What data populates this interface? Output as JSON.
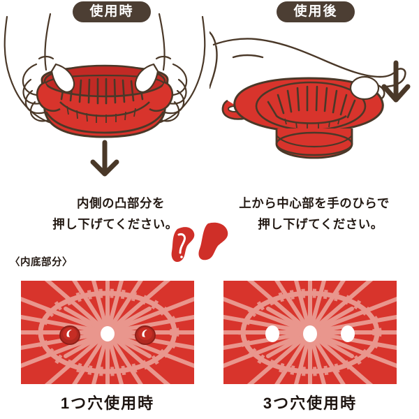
{
  "meta": {
    "doc_type": "product-instruction-diagram",
    "language": "ja",
    "product": "collapsible silicone strainer"
  },
  "colors": {
    "badge_bg": "#4c3e33",
    "badge_text": "#ffffff",
    "text": "#241a14",
    "silicone_red": "#d8342c",
    "silicone_rib": "#e9968d",
    "outline_brown": "#4a3828",
    "hole_white": "#ffffff",
    "background": "#ffffff"
  },
  "steps": [
    {
      "badge": "使用時",
      "instruction_lines": [
        "内側の凸部分を",
        "押し下げてください。"
      ],
      "arrow": "down-arrow-icon",
      "illustration": "two-hands-holding-open-strainer"
    },
    {
      "badge": "使用後",
      "instruction_lines": [
        "上から中心部を手のひらで",
        "押し下げてください。"
      ],
      "arrow": "down-arrow-icon",
      "illustration": "palm-pressing-collapsed-strainer"
    }
  ],
  "nubs": {
    "name": "red-plug-nub-shapes",
    "count": 2
  },
  "inner_bottom": {
    "label": "〈内底部分〉",
    "panels": [
      {
        "caption": "1つ穴使用時",
        "holes_open": 1,
        "holes": [
          {
            "position": "left",
            "state": "plugged"
          },
          {
            "position": "center",
            "state": "open"
          },
          {
            "position": "right",
            "state": "plugged"
          }
        ]
      },
      {
        "caption": "3つ穴使用時",
        "holes_open": 3,
        "holes": [
          {
            "position": "left",
            "state": "open"
          },
          {
            "position": "center",
            "state": "open"
          },
          {
            "position": "right",
            "state": "open"
          }
        ]
      }
    ]
  }
}
